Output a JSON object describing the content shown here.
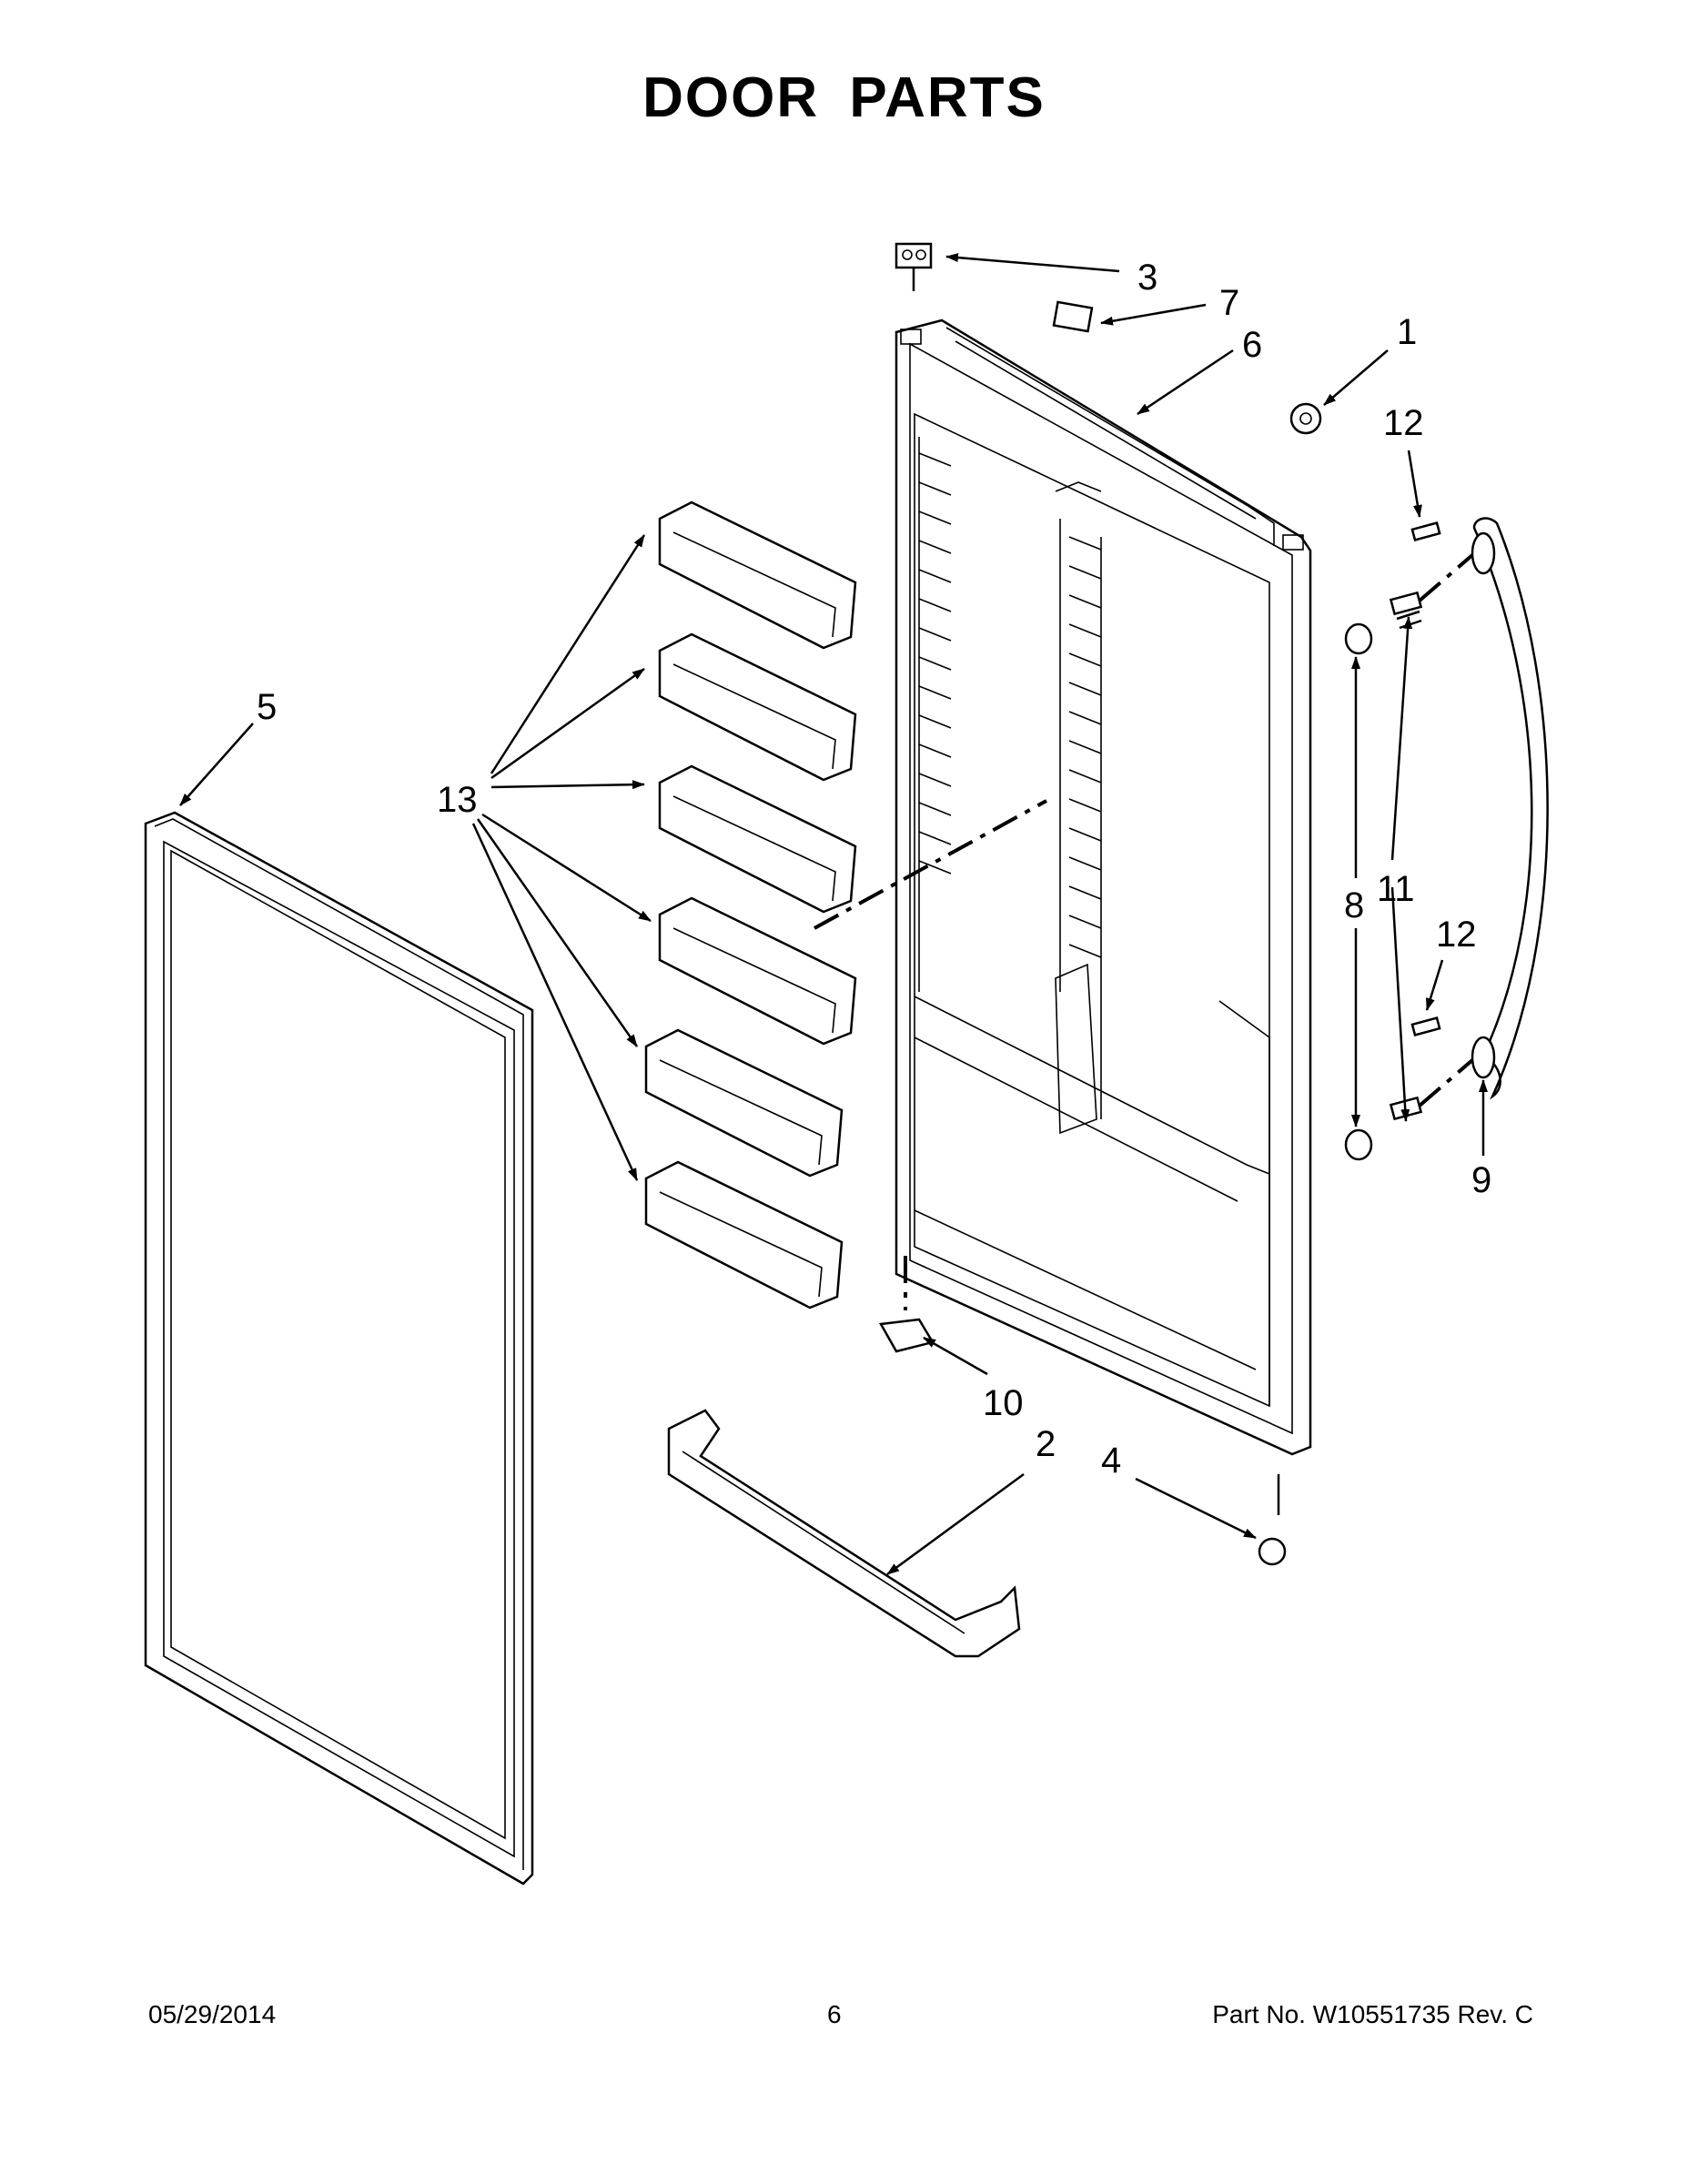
{
  "title": "DOOR PARTS",
  "callouts": [
    "1",
    "2",
    "3",
    "4",
    "5",
    "6",
    "7",
    "8",
    "9",
    "10",
    "11",
    "12",
    "12",
    "13"
  ],
  "footer": {
    "date": "05/29/2014",
    "page": "6",
    "part_number": "Part No.  W10551735   Rev.  C"
  }
}
